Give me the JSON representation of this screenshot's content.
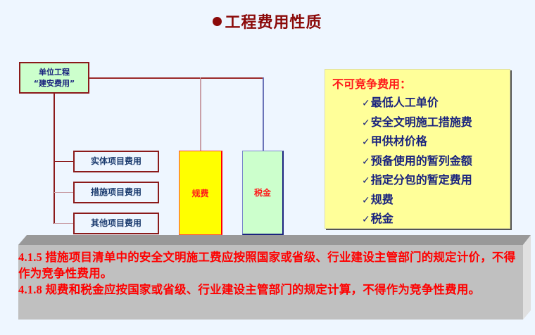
{
  "title": "工程费用性质",
  "diagram": {
    "root": {
      "line1": "单位工程",
      "line2": "“建安费用”"
    },
    "items": [
      {
        "label": "实体项目费用"
      },
      {
        "label": "措施项目费用"
      },
      {
        "label": "其他项目费用"
      }
    ],
    "columns": [
      {
        "label": "规费",
        "fill": "#ffff00",
        "text_color": "#ff1a1a"
      },
      {
        "label": "税金",
        "fill": "#ccffcc",
        "text_color": "#ff1a1a"
      }
    ]
  },
  "note": {
    "title": "不可竞争费用：",
    "check_glyph": "✓",
    "items": [
      "最低人工单价",
      "安全文明施工措施费",
      "甲供材价格",
      "预备使用的暂列金额",
      "指定分包的暂定费用",
      "规费",
      "税金"
    ]
  },
  "rules": [
    {
      "text": "4.1.5  措施项目清单中的安全文明施工费应按照国家或省级、行业建设主管部门的规定计价，不得作为竞争性费用。"
    },
    {
      "text": "4.1.8  规费和税金应按国家或省级、行业建设主管部门的规定计算，不得作为竞争性费用。"
    }
  ],
  "colors": {
    "title": "#8b0a0a",
    "connector": "#8b1a1a",
    "rule_text": "#ff0000",
    "note_bg": "#ffff99"
  }
}
